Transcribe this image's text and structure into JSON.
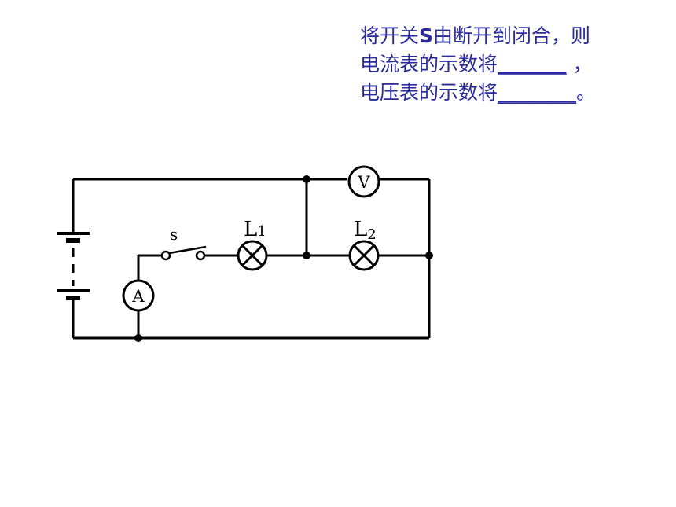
{
  "question": {
    "line1_before": "将开关",
    "line1_switch": "S",
    "line1_after": "由断开到闭合，则",
    "line2_text": "电流表的示数将",
    "line2_blank": "_______",
    "line2_end": " ，",
    "line3_text": "电压表的示数将",
    "line3_blank": "________",
    "line3_end": "。"
  },
  "circuit": {
    "switch_label": "s",
    "lamp1_label": "L",
    "lamp1_sub": "1",
    "lamp2_label": "L",
    "lamp2_sub": "2",
    "ammeter_symbol": "A",
    "voltmeter_symbol": "V"
  }
}
